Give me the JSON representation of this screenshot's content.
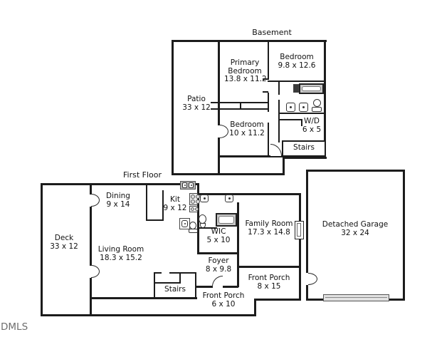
{
  "watermark": "DMLS",
  "colors": {
    "wall": "#1c1c1c",
    "fixture_gray": "#c9c9c9",
    "appliance_gray": "#b5b5b5",
    "watermark_gray": "#6e6e6e"
  },
  "icons": [
    "sink-icon",
    "toilet-icon",
    "bathtub-icon",
    "stove-icon",
    "door-arc-icon",
    "garage-door-icon",
    "fireplace-icon"
  ],
  "basement": {
    "title": "Basement",
    "rooms": {
      "patio": {
        "name": "Patio",
        "dims": "33 x 12"
      },
      "primary_bedroom": {
        "name": "Primary Bedroom",
        "dims": "13.8 x 11.2"
      },
      "bedroom_2": {
        "name": "Bedroom",
        "dims": "9.8 x 12.6"
      },
      "bedroom_3": {
        "name": "Bedroom",
        "dims": "10 x 11.2"
      },
      "laundry": {
        "name": "W/D",
        "dims": "6 x 5"
      },
      "stairs": {
        "name": "Stairs",
        "dims": ""
      }
    }
  },
  "first_floor": {
    "title": "First Floor",
    "rooms": {
      "deck": {
        "name": "Deck",
        "dims": "33 x 12"
      },
      "dining": {
        "name": "Dining",
        "dims": "9 x 14"
      },
      "kitchen": {
        "name": "Kit",
        "dims": "9 x 12"
      },
      "living_room": {
        "name": "Living Room",
        "dims": "18.3 x 15.2"
      },
      "wic": {
        "name": "WIC",
        "dims": "5 x 10"
      },
      "family_room": {
        "name": "Family Room",
        "dims": "17.3 x 14.8"
      },
      "foyer": {
        "name": "Foyer",
        "dims": "8 x 9.8"
      },
      "front_porch_large": {
        "name": "Front Porch",
        "dims": "8 x 15"
      },
      "front_porch_small": {
        "name": "Front Porch",
        "dims": "6 x 10"
      },
      "stairs": {
        "name": "Stairs",
        "dims": ""
      }
    }
  },
  "garage": {
    "name": "Detached Garage",
    "dims": "32 x 24"
  }
}
